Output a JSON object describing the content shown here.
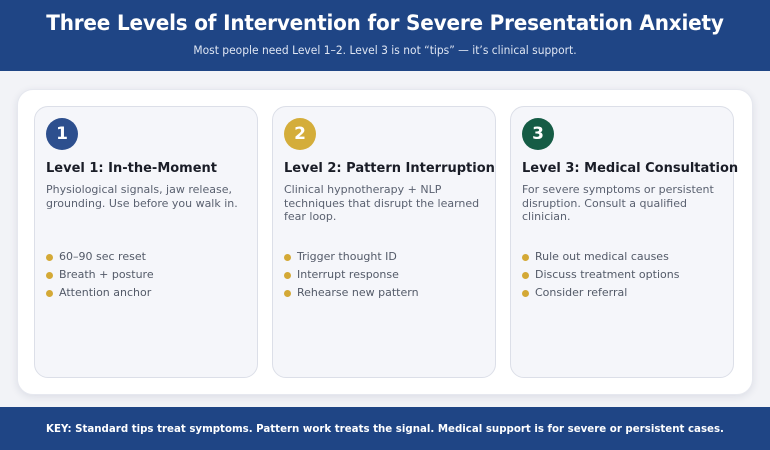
{
  "header": {
    "title": "Three Levels of Intervention for Severe Presentation Anxiety",
    "subtitle": "Most people need Level 1–2. Level 3 is not “tips” — it’s clinical support."
  },
  "levels": [
    {
      "number": "1",
      "color": "#2d4f8e",
      "title": "Level 1: In-the-Moment",
      "description": "Physiological signals, jaw release, grounding. Use before you walk in.",
      "items": [
        "60–90 sec reset",
        "Breath + posture",
        "Attention anchor"
      ]
    },
    {
      "number": "2",
      "color": "#d4ad3a",
      "title": "Level 2: Pattern Interruption",
      "description": "Clinical hypnotherapy + NLP techniques that disrupt the learned fear loop.",
      "items": [
        "Trigger thought ID",
        "Interrupt response",
        "Rehearse new pattern"
      ]
    },
    {
      "number": "3",
      "color": "#155c45",
      "title": "Level 3: Medical Consultation",
      "description": "For severe symptoms or persistent disruption. Consult a qualified clinician.",
      "items": [
        "Rule out medical causes",
        "Discuss treatment options",
        "Consider referral"
      ]
    }
  ],
  "footer": {
    "key": "KEY: Standard tips treat symptoms. Pattern work treats the signal. Medical support is for severe or persistent cases."
  },
  "colors": {
    "header_bg": "#1f4585",
    "bullet": "#d4a936"
  }
}
